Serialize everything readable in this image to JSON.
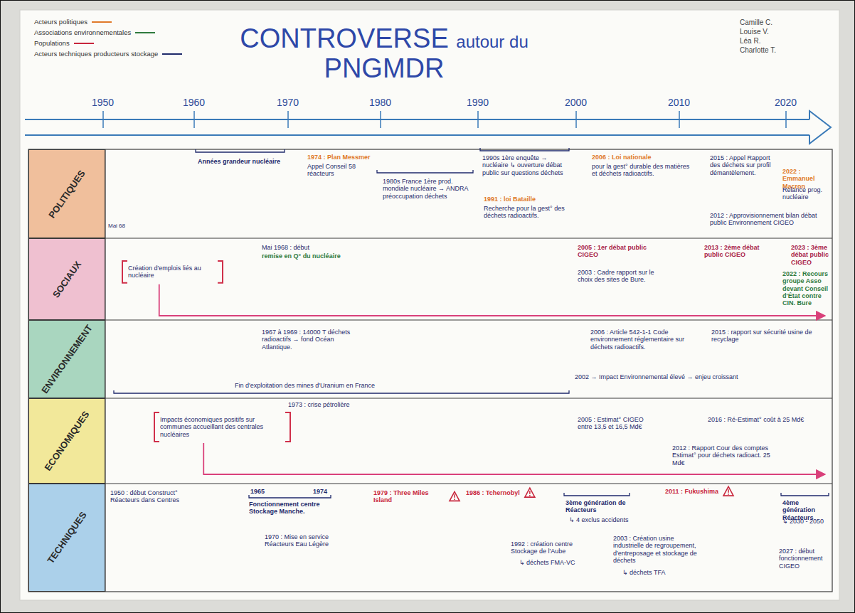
{
  "diagram": {
    "title": "CONTROVERSE autour du PNGMDR",
    "nodes": [
      {
        "text": [
          "POLITIQUES"
        ]
      },
      {
        "text": [
          "SOCIAUX"
        ]
      },
      {
        "text": [
          "ENVIRONNEMENT"
        ]
      },
      {
        "text": [
          "ECONOMIQUES"
        ]
      },
      {
        "text": [
          "TECHNIQUES"
        ]
      }
    ],
    "labels": [
      "Camille C.",
      "Louise V.",
      "Léa R.",
      "Charlotte T.",
      "1950",
      "1960",
      "1970",
      "1980",
      "1990",
      "2000",
      "2010",
      "2020",
      "Mai 68",
      "Années grandeur nucléaire",
      "1974 : Plan Messmer",
      "Appel Conseil 58 réacteurs",
      "1980s France 1ère prod. mondiale nucléaire → ANDRA préoccupation déchets",
      "1990s 1ère enquête → nucléaire ↳ ouverture débat public sur questions déchets",
      "1991 : loi Bataille",
      "Recherche pour la gest° des déchets radioactifs.",
      "2006 : Loi nationale",
      "pour la gest° durable des matières et déchets radioactifs.",
      "2015 : Appel Rapport des déchets sur profil démantèlement.",
      "2012 : Approvisionnement bilan débat public Environnement CIGEO",
      "2022 : Emmanuel Macron",
      "Relance prog. nucléaire",
      "Création d'emplois liés au nucléaire",
      "Mai 1968 : début",
      "remise en Q° du nucléaire",
      "2005 : 1er débat public CIGEO",
      "2003 : Cadre rapport sur le choix des sites de Bure.",
      "2013 : 2ème débat public CIGEO",
      "2023 : 3ème débat public CIGEO",
      "2022 : Recours groupe Asso devant Conseil d'État contre CIN. Bure",
      "1967 à 1969 : 14000 T déchets radioactifs → fond Océan Atlantique.",
      "2006 : Article 542-1-1 Code environnement réglementaire sur déchets radioactifs.",
      "2015 : rapport sur sécurité usine de recyclage",
      "Fin d'exploitation des mines d'Uranium en France",
      "2002 → Impact Environnemental élevé → enjeu croissant",
      "Impacts économiques positifs sur communes accueillant des centrales nucléaires",
      "1973 : crise pétrolière",
      "2005 : Estimat° CIGEO entre 13,5 et 16,5 Md€",
      "2016 : Ré-Estimat° coût à 25 Md€",
      "2012 : Rapport Cour des comptes Estimat° pour déchets radioact. 25 Md€",
      "1950 : début Construct° Réacteurs dans Centres",
      "1965",
      "1974",
      "Fonctionnement centre Stockage Manche.",
      "1970 : Mise en service Réacteurs Eau Légère",
      "1979 : Three Miles Island",
      "1986 : Tchernobyl",
      "1992 : création centre Stockage de l'Aube",
      "↳ déchets FMA-VC",
      "3ème génération de Réacteurs",
      "↳ 4 exclus accidents",
      "2003 : Création usine industrielle de regroupement, d'entreposage et stockage de déchets",
      "↳ déchets TFA",
      "2011 : Fukushima",
      "4ème génération Réacteurs",
      "↳ 2030 - 2050",
      "2027 : début fonctionnement CIGEO"
    ],
    "legend": [
      {
        "text": "Acteurs politiques",
        "color": "#e07a2a"
      },
      {
        "text": "Associations environnementales",
        "color": "#2f7a3e"
      },
      {
        "text": "Populations",
        "color": "#c8263c"
      },
      {
        "text": "Acteurs techniques producteurs stockage",
        "color": "#1f2a6b"
      }
    ]
  }
}
